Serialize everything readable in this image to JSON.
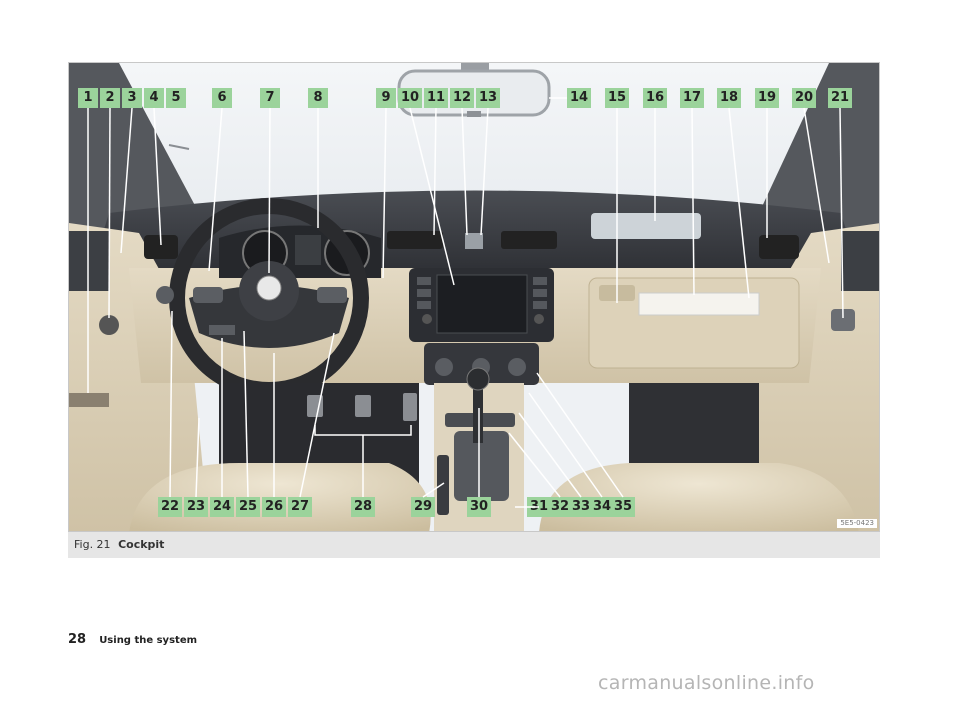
{
  "figure": {
    "number": "Fig. 21",
    "title": "Cockpit",
    "image_code": "5E5-0423",
    "description_icon": "car-cockpit-illustration",
    "callouts": [
      "1",
      "2",
      "3",
      "4",
      "5",
      "6",
      "7",
      "8",
      "9",
      "10",
      "11",
      "12",
      "13",
      "14",
      "15",
      "16",
      "17",
      "18",
      "19",
      "20",
      "21",
      "22",
      "23",
      "24",
      "25",
      "26",
      "27",
      "28",
      "29",
      "30",
      "31",
      "32",
      "33",
      "34",
      "35"
    ],
    "colors": {
      "callout_fill": "#9bd39b",
      "leader_line": "#ffffff",
      "dashboard": "#3b3e44",
      "interior_beige": "#d9cdb4"
    }
  },
  "footer": {
    "page_number": "28",
    "section_title": "Using the system"
  },
  "watermark": "carmanualsonline.info"
}
